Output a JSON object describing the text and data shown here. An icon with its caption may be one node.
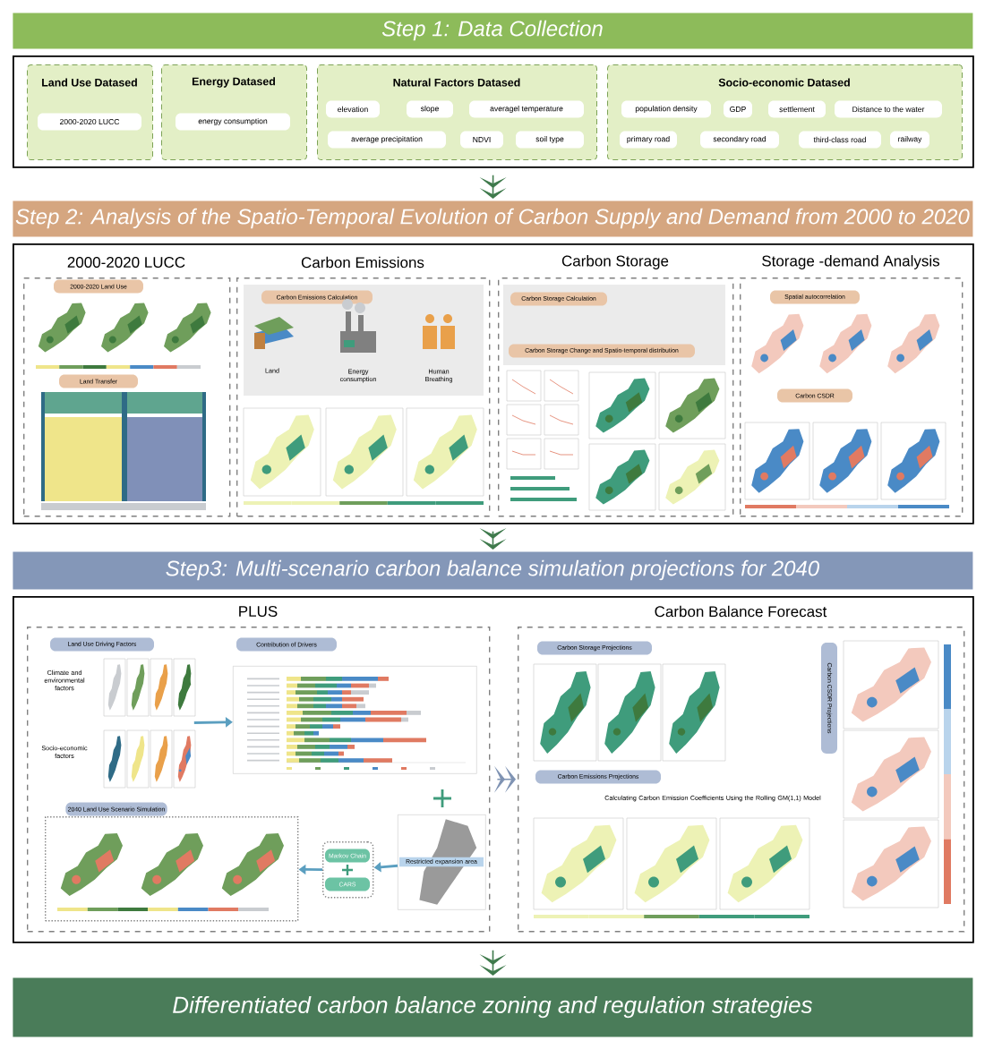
{
  "diagram": {
    "nodes": [
      {
        "text": [
          "Step 1: Data Collection"
        ]
      },
      {
        "text": [],
        "shape": "box"
      },
      {
        "text": [
          "Land Use Datased"
        ],
        "in": 1
      },
      {
        "text": [
          "2000-2020 LUCC"
        ],
        "in": 2
      },
      {
        "text": [
          "Energy Datased"
        ],
        "in": 1
      },
      {
        "text": [
          "energy consumption"
        ],
        "in": 4
      },
      {
        "text": [
          "Natural Factors Datased"
        ],
        "in": 1
      },
      {
        "text": [
          "elevation"
        ],
        "in": 6
      },
      {
        "text": [
          "slope"
        ],
        "in": 6
      },
      {
        "text": [
          "averagel temperature"
        ],
        "in": 6
      },
      {
        "text": [
          "average precipitation"
        ],
        "in": 6
      },
      {
        "text": [
          "NDVI"
        ],
        "in": 6
      },
      {
        "text": [
          "soil type"
        ],
        "in": 6
      },
      {
        "text": [
          "Socio-economic Datased"
        ],
        "in": 1
      },
      {
        "text": [
          "population density"
        ],
        "in": 13
      },
      {
        "text": [
          "GDP"
        ],
        "in": 13
      },
      {
        "text": [
          "settlement"
        ],
        "in": 13
      },
      {
        "text": [
          "Distance to the water"
        ],
        "in": 13
      },
      {
        "text": [
          "primary road"
        ],
        "in": 13
      },
      {
        "text": [
          "secondary road"
        ],
        "in": 13
      },
      {
        "text": [
          "third-class road"
        ],
        "in": 13
      },
      {
        "text": [
          "railway"
        ],
        "in": 13
      },
      {
        "text": [
          "Step 2: Analysis of the Spatio-Temporal Evolution of Carbon Supply and Demand from 2000 to 2020"
        ]
      },
      {
        "text": [],
        "shape": "box"
      },
      {
        "text": [
          "2000-2020 LUCC"
        ],
        "in": 23
      },
      {
        "text": [
          "2000-2020 Land Use"
        ],
        "in": 24
      },
      {
        "text": [
          "Land Transfer"
        ],
        "in": 24
      },
      {
        "text": [
          "Carbon Emissions"
        ],
        "in": 23
      },
      {
        "text": [
          "Carbon Emissions Calculation"
        ],
        "in": 27
      },
      {
        "text": [
          "Carbon Storage"
        ],
        "in": 23
      },
      {
        "text": [
          "Carbon Storage Calculation"
        ],
        "in": 29
      },
      {
        "text": [
          "Carbon Storage Change and Spatio-temporal distribution"
        ],
        "in": 29
      },
      {
        "text": [
          "Storage -demand Analysis"
        ],
        "in": 23
      },
      {
        "text": [
          "Spatial autocorrelation"
        ],
        "in": 32
      },
      {
        "text": [
          "Carbon CSDR"
        ],
        "in": 32
      },
      {
        "text": [
          "Step3: Multi-scenario carbon balance simulation projections for 2040"
        ]
      },
      {
        "text": [],
        "shape": "box"
      },
      {
        "text": [
          "PLUS"
        ],
        "in": 36
      },
      {
        "text": [
          "Land Use Driving Factors"
        ],
        "in": 37
      },
      {
        "text": [],
        "shape": "picture",
        "in": 37
      },
      {
        "text": [
          "Contribution of Drivers"
        ],
        "in": 37
      },
      {
        "text": [],
        "shape": "picture",
        "in": 37
      },
      {
        "text": [
          "Restricted expansion area"
        ],
        "in": 37
      },
      {
        "text": [],
        "shape": "box",
        "in": 37
      },
      {
        "text": [
          "Markov Chain"
        ],
        "in": 43
      },
      {
        "text": [
          "CARS"
        ],
        "in": 43
      },
      {
        "text": [
          "2040 Land Use Scenario Simulation"
        ],
        "in": 37
      },
      {
        "text": [
          "Carbon Balance Forecast"
        ],
        "in": 36
      },
      {
        "text": [
          "Carbon Storage Projections"
        ],
        "in": 47
      },
      {
        "text": [
          "Carbon Emissions Projections"
        ],
        "in": 47
      },
      {
        "text": [
          "Carbon CSDR Projections"
        ],
        "in": 47
      },
      {
        "text": [
          "Differentiated carbon balance zoning and regulation strategies"
        ]
      }
    ],
    "edges": [
      {
        "from": 1,
        "to": 22,
        "arrow": "to",
        "color": "#3f7a4c"
      },
      {
        "from": 23,
        "to": 35,
        "arrow": "to",
        "color": "#3f7a4c"
      },
      {
        "from": 36,
        "to": 51,
        "arrow": "to",
        "color": "#3f7a4c"
      },
      {
        "from": 39,
        "to": 41,
        "arrow": "to",
        "color": "#5b9fc0"
      },
      {
        "from": 42,
        "to": 43,
        "arrow": "to",
        "color": "#5b9fc0"
      },
      {
        "from": 43,
        "to": 46,
        "arrow": "to",
        "color": "#5b9fc0"
      },
      {
        "from": 37,
        "to": 47,
        "arrow": "to",
        "color": "#7f93b3"
      }
    ],
    "labels": [
      "Land",
      "Energy consumption",
      "Human Breathing",
      "Climate and environmental factors",
      "Socio-economic factors",
      "Calculating Carbon Emission Coefficients Using the Rolling GM(1,1) Model"
    ]
  }
}
